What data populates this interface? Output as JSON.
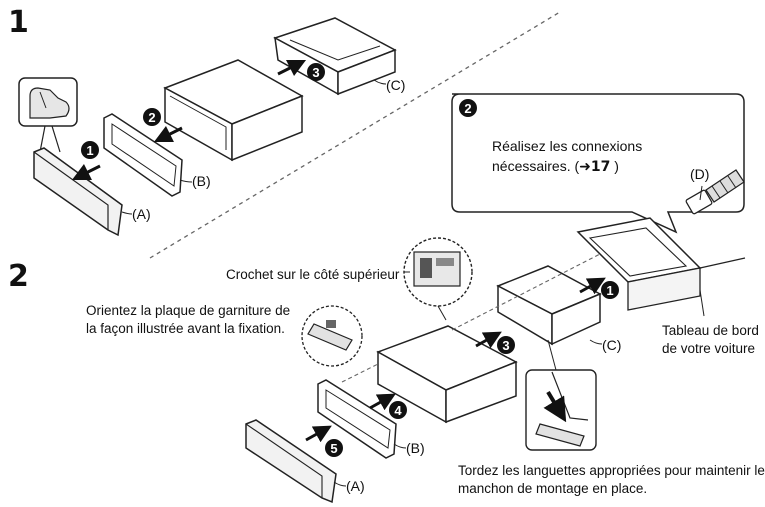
{
  "steps": {
    "step1": "1",
    "step2": "2"
  },
  "part_labels": {
    "A1": "(A)",
    "B1": "(B)",
    "C1": "(C)",
    "A2": "(A)",
    "B2": "(B)",
    "C2": "(C)",
    "D": "(D)"
  },
  "circle_numbers": {
    "n1a": "1",
    "n2a": "2",
    "n3a": "3",
    "n1b": "1",
    "n3b": "3",
    "n4b": "4",
    "n5b": "5",
    "callout": "2"
  },
  "callout": {
    "line1": "Réalisez les connexions",
    "line2_prefix": "nécessaires. (",
    "line2_arrow": "➜",
    "line2_page": "17",
    "line2_suffix": " )"
  },
  "annotations": {
    "hook": "Crochet sur le côté supérieur",
    "orient_line1": "Orientez la plaque de garniture de",
    "orient_line2": "la façon illustrée avant la fixation.",
    "dashboard_line1": "Tableau de bord",
    "dashboard_line2": "de votre voiture",
    "bend_line1": "Tordez les languettes appropriées pour maintenir le",
    "bend_line2": "manchon de montage en place."
  }
}
